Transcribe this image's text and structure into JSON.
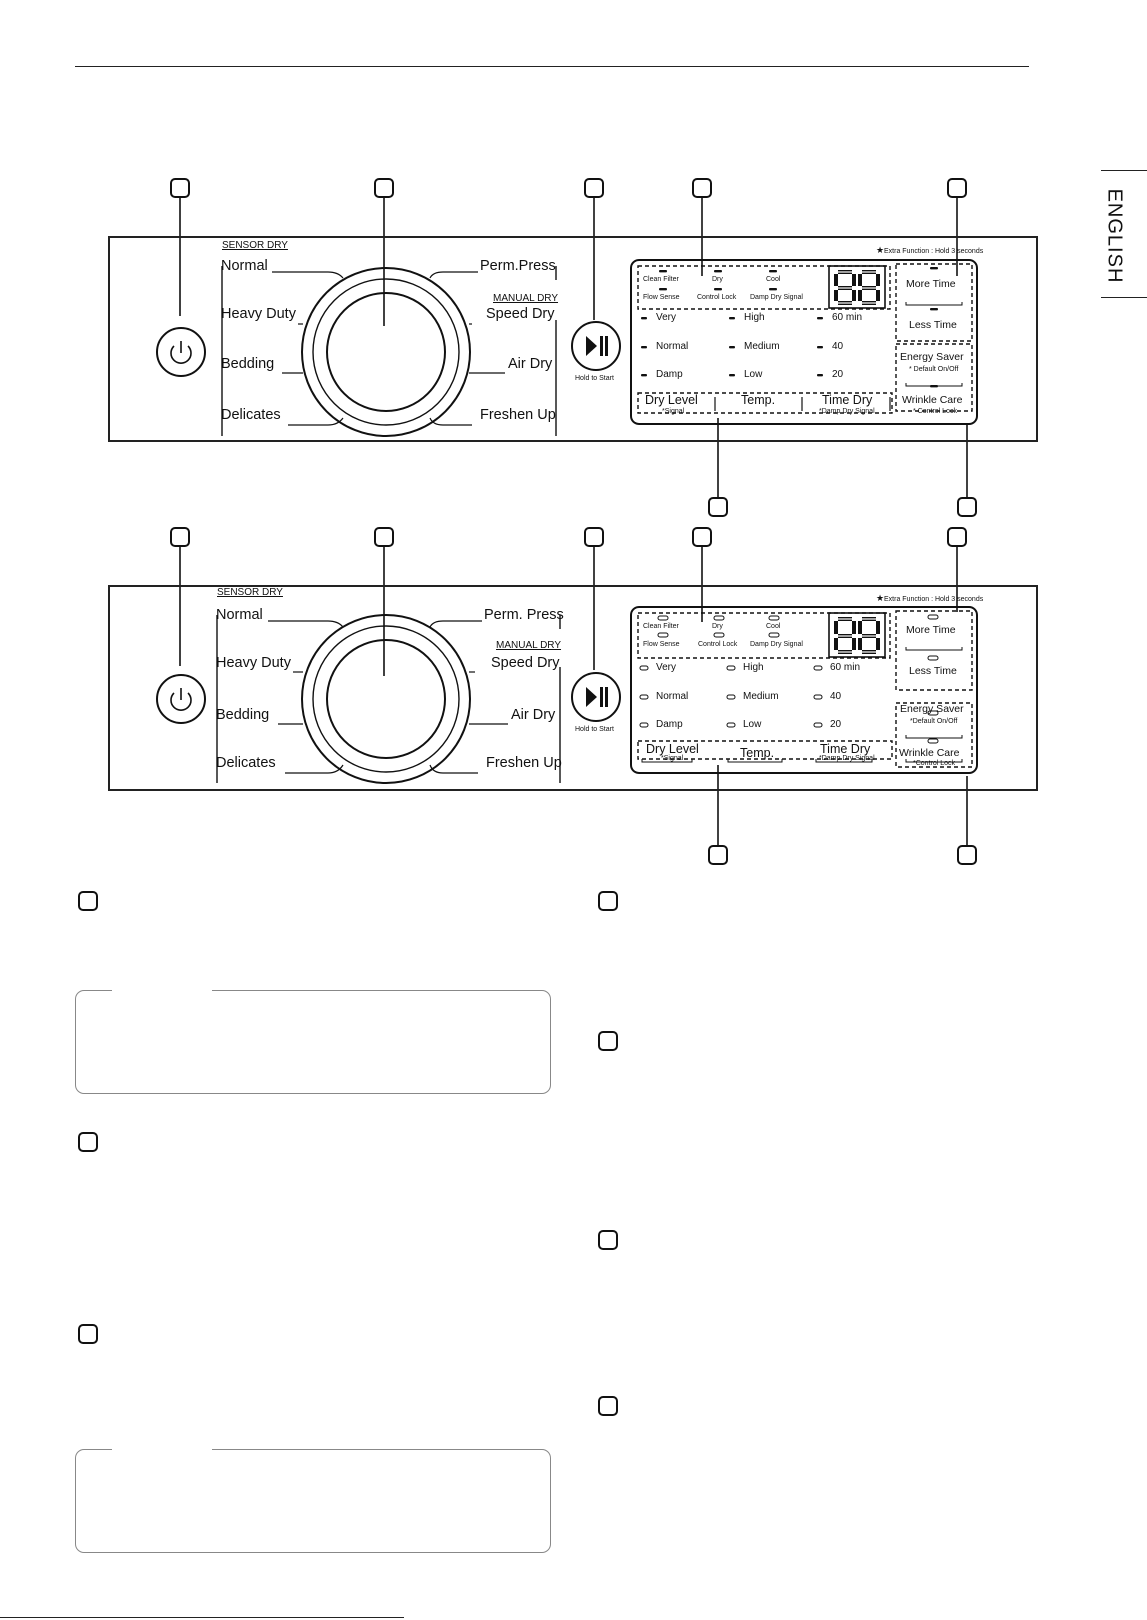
{
  "side_tab": {
    "label": "ENGLISH"
  },
  "panels": [
    {
      "program_header_sensor": "SENSOR DRY",
      "program_header_manual": "MANUAL DRY",
      "programs_left": [
        "Normal",
        "Heavy Duty",
        "Bedding",
        "Delicates"
      ],
      "programs_right": [
        "Perm.Press",
        "Speed Dry",
        "Air Dry",
        "Freshen Up"
      ],
      "start_caption": "Hold to Start",
      "extra_function": "Extra Function : Hold 3 seconds",
      "status_top": [
        "Clean Filter",
        "Dry",
        "Cool"
      ],
      "status_bottom": [
        "Flow Sense",
        "Control Lock",
        "Damp Dry Signal"
      ],
      "display_digits": "88",
      "dry_level_options": [
        "Very",
        "Normal",
        "Damp"
      ],
      "temp_options": [
        "High",
        "Medium",
        "Low"
      ],
      "time_options": [
        "60 min",
        "40",
        "20"
      ],
      "dry_level": "Dry Level",
      "dry_level_sub": "*Signal",
      "temp": "Temp.",
      "time_dry": "Time Dry",
      "time_dry_sub": "*Damp Dry Signal",
      "more_time": "More Time",
      "less_time": "Less Time",
      "energy_saver": "Energy Saver",
      "energy_saver_sub": "* Default On/Off",
      "wrinkle_care": "Wrinkle Care",
      "wrinkle_care_sub": "* Control Lock"
    },
    {
      "program_header_sensor": "SENSOR DRY",
      "program_header_manual": "MANUAL DRY",
      "programs_left": [
        "Normal",
        "Heavy Duty",
        "Bedding",
        "Delicates"
      ],
      "programs_right": [
        "Perm. Press",
        "Speed Dry",
        "Air Dry",
        "Freshen Up"
      ],
      "start_caption": "Hold to Start",
      "extra_function": "Extra Function : Hold 3 seconds",
      "status_top": [
        "Clean Filter",
        "Dry",
        "Cool"
      ],
      "status_bottom": [
        "Flow Sense",
        "Control Lock",
        "Damp Dry Signal"
      ],
      "display_digits": "88",
      "dry_level_options": [
        "Very",
        "Normal",
        "Damp"
      ],
      "temp_options": [
        "High",
        "Medium",
        "Low"
      ],
      "time_options": [
        "60 min",
        "40",
        "20"
      ],
      "dry_level": "Dry Level",
      "dry_level_sub": "*Signal",
      "temp": "Temp.",
      "time_dry": "Time Dry",
      "time_dry_sub": "*Damp Dry Signal",
      "more_time": "More Time",
      "less_time": "Less Time",
      "energy_saver": "Energy Saver",
      "energy_saver_sub": "*Default On/Off",
      "wrinkle_care": "Wrinkle Care",
      "wrinkle_care_sub": "*Control Lock"
    }
  ]
}
